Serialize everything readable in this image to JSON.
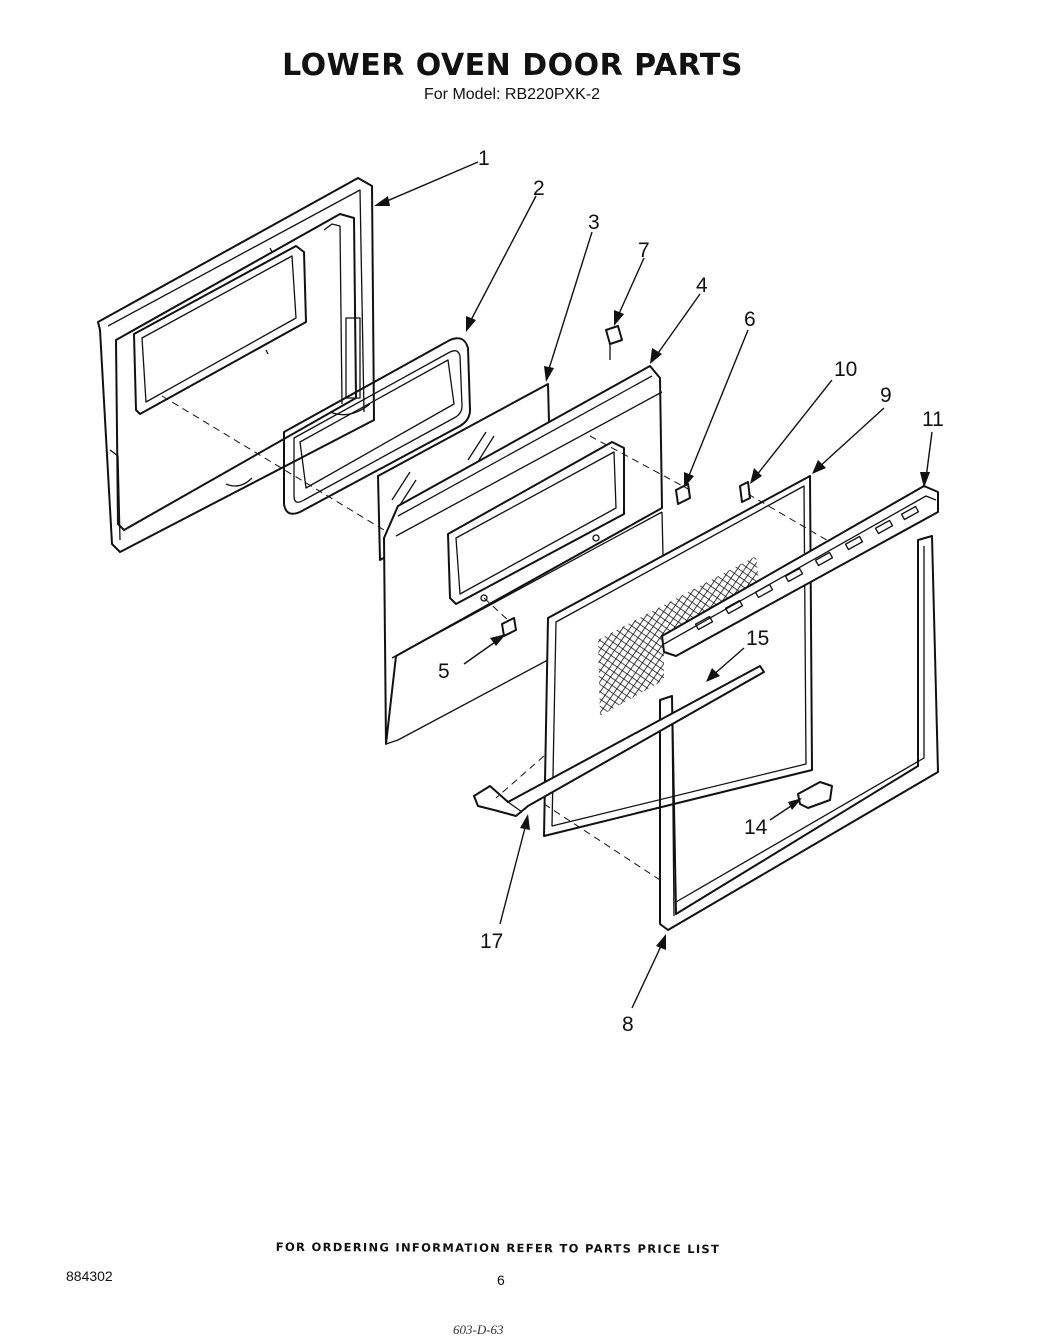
{
  "header": {
    "title": "LOWER OVEN DOOR PARTS",
    "subtitle": "For Model: RB220PXK-2"
  },
  "callouts": [
    {
      "id": "1",
      "label": "1"
    },
    {
      "id": "2",
      "label": "2"
    },
    {
      "id": "3",
      "label": "3"
    },
    {
      "id": "4",
      "label": "4"
    },
    {
      "id": "5",
      "label": "5"
    },
    {
      "id": "6",
      "label": "6"
    },
    {
      "id": "7",
      "label": "7"
    },
    {
      "id": "8",
      "label": "8"
    },
    {
      "id": "9",
      "label": "9"
    },
    {
      "id": "10",
      "label": "10"
    },
    {
      "id": "11",
      "label": "11"
    },
    {
      "id": "14",
      "label": "14"
    },
    {
      "id": "15",
      "label": "15"
    },
    {
      "id": "17",
      "label": "17"
    }
  ],
  "footer": {
    "ordering_note": "FOR ORDERING INFORMATION REFER TO PARTS PRICE LIST",
    "document_number": "884302",
    "page_number": "6",
    "handwritten_note": "603-D-63"
  }
}
